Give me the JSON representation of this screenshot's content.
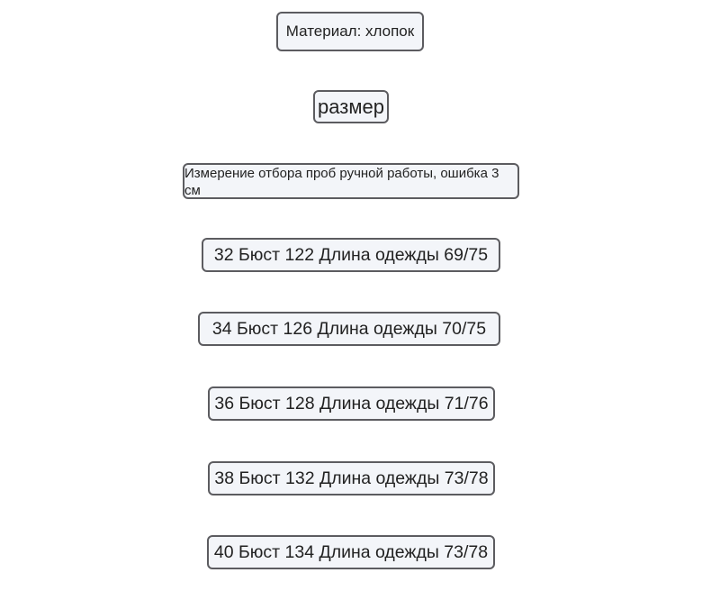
{
  "material": "Материал: хлопок",
  "size_heading": "размер",
  "note": "Измерение отбора проб ручной работы, ошибка 3 см",
  "rows": [
    "32 Бюст 122 Длина одежды 69/75",
    "34 Бюст 126 Длина одежды 70/75",
    "36 Бюст 128 Длина одежды 71/76",
    "38 Бюст 132 Длина одежды 73/78",
    "40 Бюст 134 Длина одежды 73/78"
  ]
}
